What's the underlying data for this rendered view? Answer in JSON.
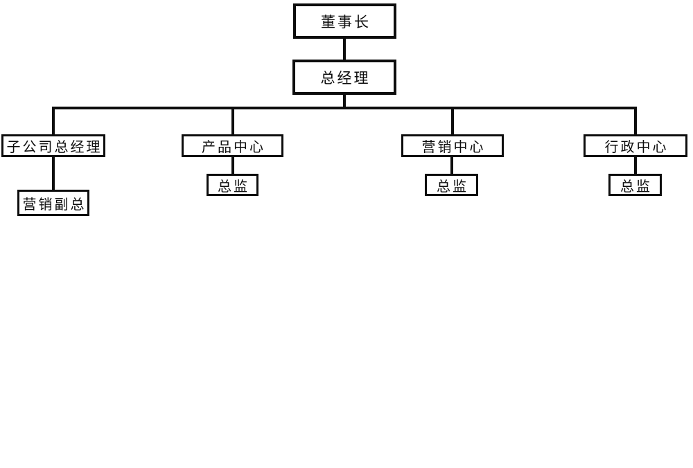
{
  "diagram": {
    "type": "org-chart",
    "background_color": "#ffffff",
    "line_color": "#0d0d0d",
    "box_border_color": "#0d0d0d",
    "text_color": "#0d0d0d",
    "nodes": {
      "chairman": "董事长",
      "general_manager": "总经理",
      "subsidiary_gm": "子公司总经理",
      "product_center": "产品中心",
      "marketing_center": "营销中心",
      "admin_center": "行政中心",
      "marketing_vp": "营销副总",
      "product_director": "总监",
      "marketing_director": "总监",
      "admin_director": "总监"
    },
    "edges": [
      {
        "from": "董事长",
        "to": "总经理"
      },
      {
        "from": "总经理",
        "to": "子公司总经理"
      },
      {
        "from": "总经理",
        "to": "产品中心"
      },
      {
        "from": "总经理",
        "to": "营销中心"
      },
      {
        "from": "总经理",
        "to": "行政中心"
      },
      {
        "from": "子公司总经理",
        "to": "营销副总"
      },
      {
        "from": "产品中心",
        "to": "总监"
      },
      {
        "from": "营销中心",
        "to": "总监"
      },
      {
        "from": "行政中心",
        "to": "总监"
      }
    ]
  }
}
